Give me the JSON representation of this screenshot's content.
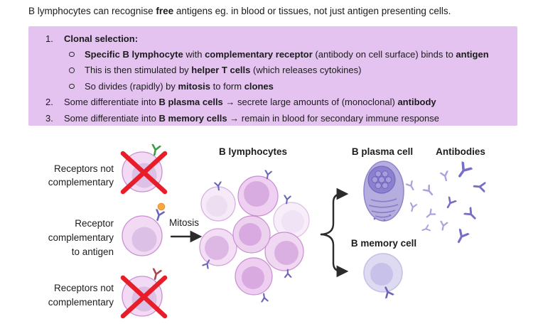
{
  "intro": {
    "segments": [
      {
        "t": "B lymphocytes can recognise "
      },
      {
        "t": "free",
        "b": true
      },
      {
        "t": " antigens eg. in blood or tissues, not just antigen presenting cells."
      }
    ]
  },
  "notes_box": {
    "items": [
      {
        "num": "1.",
        "segments": [
          {
            "t": "Clonal selection:",
            "b": true
          }
        ],
        "subs": [
          {
            "segments": [
              {
                "t": "Specific B lymphocyte",
                "b": true
              },
              {
                "t": " with "
              },
              {
                "t": "complementary receptor",
                "b": true
              },
              {
                "t": " (antibody on cell surface) binds to "
              },
              {
                "t": "antigen",
                "b": true
              }
            ]
          },
          {
            "segments": [
              {
                "t": "This is then stimulated by "
              },
              {
                "t": "helper T cells",
                "b": true
              },
              {
                "t": " (which releases cytokines)"
              }
            ]
          },
          {
            "segments": [
              {
                "t": "So divides (rapidly) by "
              },
              {
                "t": "mitosis",
                "b": true
              },
              {
                "t": " to form "
              },
              {
                "t": "clones",
                "b": true
              }
            ]
          }
        ]
      },
      {
        "num": "2.",
        "segments": [
          {
            "t": "Some differentiate into "
          },
          {
            "t": "B plasma cells",
            "b": true
          },
          {
            "t": " → secrete large amounts of (monoclonal) "
          },
          {
            "t": "antibody",
            "b": true
          }
        ]
      },
      {
        "num": "3.",
        "segments": [
          {
            "t": "Some differentiate into "
          },
          {
            "t": "B memory cells",
            "b": true
          },
          {
            "t": " → remain in blood for secondary immune response"
          }
        ]
      }
    ]
  },
  "diagram": {
    "labels": {
      "row1_line1": "Receptors not",
      "row1_line2": "complementary",
      "row2_line1": "Receptor",
      "row2_line2": "complementary",
      "row2_line3": "to antigen",
      "row3_line1": "Receptors not",
      "row3_line2": "complementary",
      "mitosis": "Mitosis",
      "b_lymphocytes": "B lymphocytes",
      "b_plasma_cell": "B plasma cell",
      "antibodies": "Antibodies",
      "b_memory_cell": "B memory cell"
    },
    "colors": {
      "notes_box_bg": "#e5c3f1",
      "cell_fill": "#f2daf4",
      "cell_border": "#c98fd1",
      "cell_nucleus": "#ddc0e5",
      "cross_red": "#e71d29",
      "receptor_green": "#3c9c46",
      "receptor_purple": "#6c65ba",
      "receptor_dark_red": "#a8474f",
      "antigen_orange": "#f7a83e",
      "plasma_cell_body": "#b6addf",
      "plasma_cell_nucleus": "#8a80cf",
      "memory_cell_body": "#dedaf2",
      "memory_cell_nucleus": "#c8c1e9",
      "antibody_dark": "#776fc6",
      "antibody_light": "#a9a2dd",
      "connector": "#2b2b2b",
      "text": "#1b1b1b"
    }
  }
}
